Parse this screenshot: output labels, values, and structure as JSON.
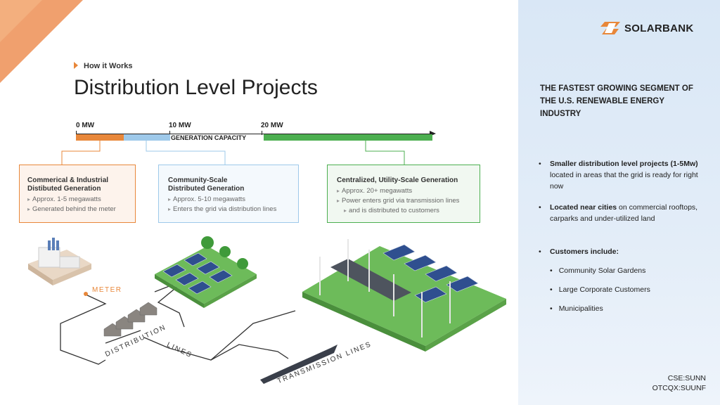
{
  "header": {
    "kicker": "How it Works",
    "title": "Distribution Level Projects"
  },
  "capacity_scale": {
    "ticks": [
      "0 MW",
      "10 MW",
      "20 MW"
    ],
    "label": "GENERATION CAPACITY",
    "colors": {
      "ci": "#e8873a",
      "community": "#9ec9ea",
      "utility": "#4caf50"
    }
  },
  "cards": [
    {
      "title_line1": "Commerical & Industrial",
      "title_line2": "Distibuted Generation",
      "points": [
        "Approx. 1-5 megawatts",
        "Generated behind the meter"
      ],
      "color": "#e8873a"
    },
    {
      "title_line1": "Community-Scale",
      "title_line2": "Distributed Generation",
      "points": [
        "Approx. 5-10 megawatts",
        "Enters the grid via distribution lines"
      ],
      "color": "#9ec9ea"
    },
    {
      "title_line1": "Centralized, Utility-Scale Generation",
      "points": [
        "Approx. 20+ megawatts",
        "Power enters grid via transmission lines",
        "and is distributed to customers"
      ],
      "color": "#4caf50"
    }
  ],
  "illustration": {
    "meter_label": "METER",
    "distribution_label_1": "DISTRIBUTION",
    "distribution_label_2": "LINES",
    "transmission_label": "TRANSMISSION LINES"
  },
  "brand": {
    "name": "SOLARBANK",
    "accent": "#e8873a"
  },
  "side_panel": {
    "headline": "THE FASTEST GROWING SEGMENT OF THE U.S. RENEWABLE ENERGY INDUSTRY",
    "bullet1_bold": "Smaller distribution level projects (1-5Mw)",
    "bullet1_rest": " located in areas that the grid is ready for right now",
    "bullet2_bold": "Located near cities",
    "bullet2_rest": " on commercial rooftops, carparks and under-utilized land",
    "bullet3_bold": "Customers include:",
    "customers": [
      "Community Solar Gardens",
      "Large Corporate Customers",
      "Municipalities"
    ],
    "ticker_1": "CSE:SUNN",
    "ticker_2": "OTCQX:SUUNF"
  }
}
